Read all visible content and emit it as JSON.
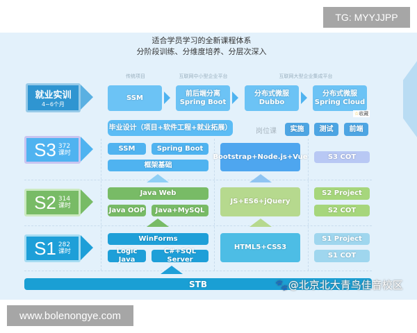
{
  "overlay": {
    "tg_label": "TG: MYYJJPP",
    "site_label": "www.bolenongye.com",
    "watermark": "@北京北大青鸟佳音校区"
  },
  "title": {
    "line1": "适合学员学习的全新课程体系",
    "line2": "分阶段训练、分维度培养、分层次深入"
  },
  "column_headers": [
    "传统项目",
    "互联网中小型企业平台",
    "互联网大型企业集成平台"
  ],
  "employment": {
    "label": "就业实训",
    "duration": "4~6个月",
    "steps": [
      {
        "line1": "SSM",
        "line2": ""
      },
      {
        "line1": "前后端分离",
        "line2": "Spring Boot"
      },
      {
        "line1": "分布式微服",
        "line2": "Dubbo"
      },
      {
        "line1": "分布式微服",
        "line2": "Spring Cloud"
      }
    ],
    "favorite": "收藏"
  },
  "graduation": "毕业设计（项目+软件工程+就业拓展）",
  "job_courses": {
    "label": "岗位课",
    "items": [
      "实施",
      "测试",
      "前端"
    ]
  },
  "stages": {
    "s3": {
      "name": "S3",
      "hours": "372",
      "unit": "课时",
      "a1": "SSM",
      "a2": "Spring Boot",
      "base": "框架基础",
      "front": "Bootstrap+Node.js+Vue",
      "p1": "S3 COT"
    },
    "s2": {
      "name": "S2",
      "hours": "314",
      "unit": "课时",
      "top": "Java Web",
      "a1": "Java OOP",
      "a2": "Java+MySQL",
      "front": "JS+ES6+jQuery",
      "p1": "S2 Project",
      "p2": "S2 COT"
    },
    "s1": {
      "name": "S1",
      "hours": "282",
      "unit": "课时",
      "top": "WinForms",
      "a1": "Logic Java",
      "a2": "C#+SQL Server",
      "front": "HTML5+CSS3",
      "p1": "S1 Project",
      "p2": "S1 COT"
    }
  },
  "foundation": "STB",
  "colors": {
    "s1": "#1e9fd8",
    "s2": "#78bb66",
    "s3": "#4fb3f0",
    "background": "#e3f1fb"
  }
}
